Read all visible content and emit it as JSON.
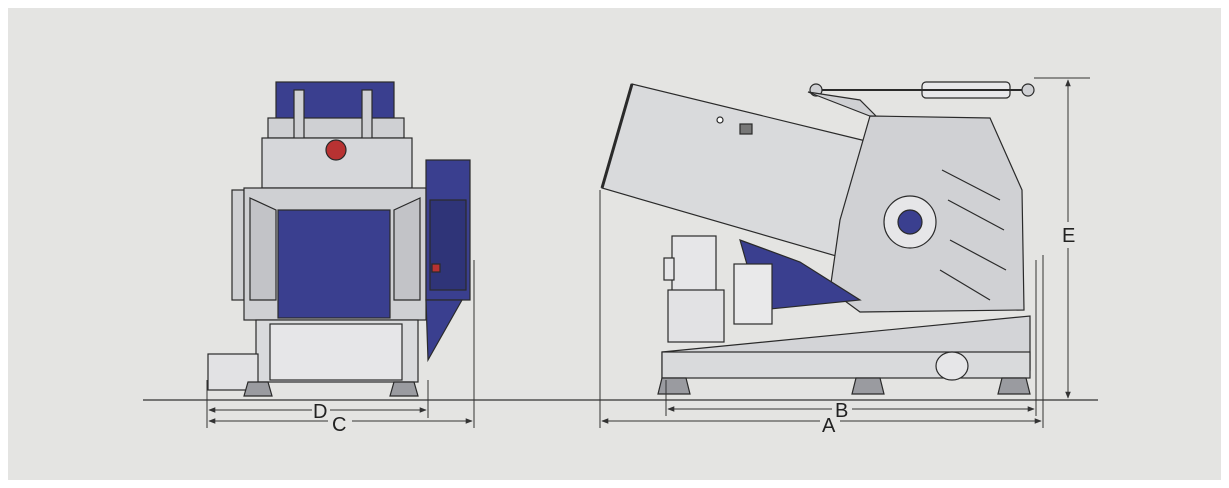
{
  "dimension_labels": {
    "a": "A",
    "b": "B",
    "c": "C",
    "d": "D",
    "e": "E"
  },
  "colors": {
    "background": "#e4e4e2",
    "machine_blue": "#3a3f8f",
    "machine_gray": "#cfd0d3",
    "dark_line": "#2a2a2a"
  }
}
